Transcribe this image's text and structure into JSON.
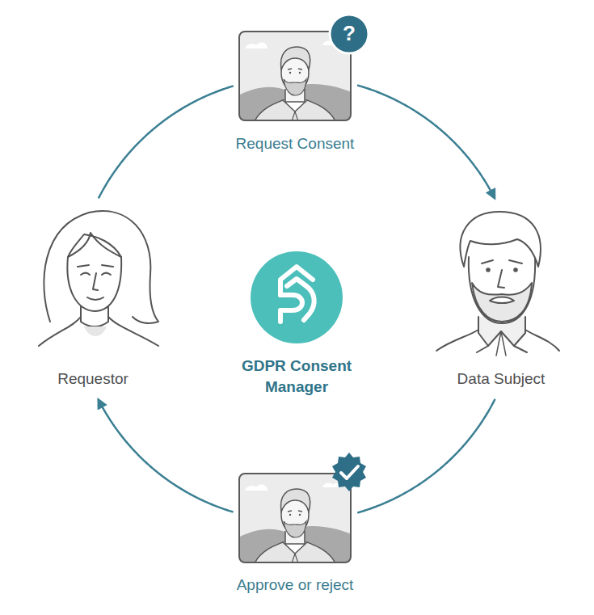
{
  "diagram": {
    "nodes": [
      {
        "text": [
          "Request Consent"
        ]
      },
      {
        "text": [
          "Requestor"
        ]
      },
      {
        "text": [
          "GDPR Consent Manager"
        ]
      },
      {
        "text": [
          "Data Subject"
        ]
      },
      {
        "text": [
          "Approve or reject"
        ]
      }
    ],
    "edges": [
      {
        "from": 1,
        "to": 0,
        "arrow": "none"
      },
      {
        "from": 0,
        "to": 3,
        "arrow": "to"
      },
      {
        "from": 3,
        "to": 4,
        "arrow": "none"
      },
      {
        "from": 4,
        "to": 1,
        "arrow": "to"
      }
    ],
    "labels": [
      "?"
    ]
  }
}
